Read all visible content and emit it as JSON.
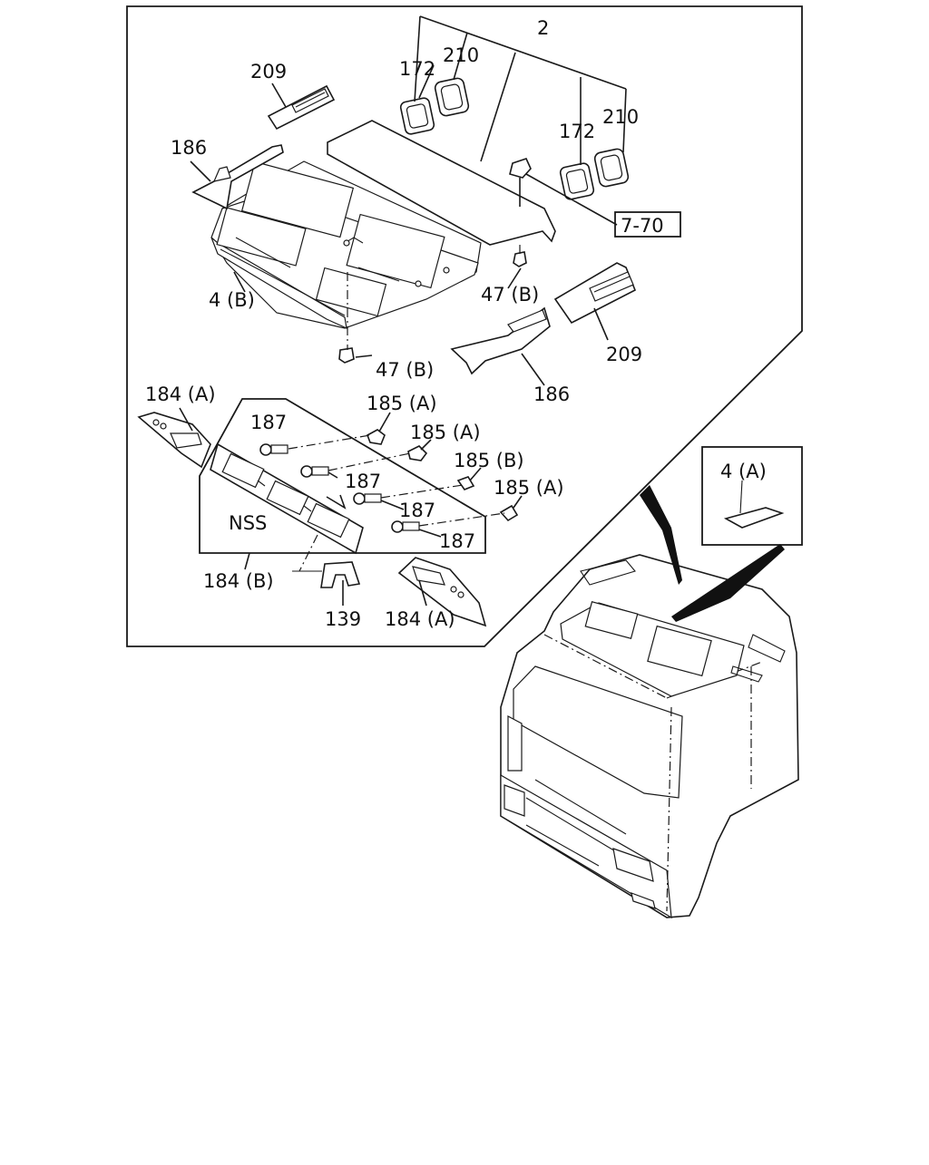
{
  "diagram": {
    "labels": {
      "roof_assembly": "2",
      "sunvisor_a_left": "172",
      "bezel_left": "210",
      "sunvisor_a_right": "172",
      "bezel_right": "210",
      "ref_box": "7-70",
      "trim_left_top": "209",
      "trim_right_bottom": "209",
      "pillar_left_top": "186",
      "pillar_right_bottom": "186",
      "headlining": "4 (B)",
      "clip_upper": "47 (B)",
      "clip_lower": "47 (B)",
      "console_end_left": "184 (A)",
      "console_end_right": "184 (A)",
      "console_center": "184 (B)",
      "screw_1": "187",
      "screw_2": "187",
      "screw_3": "187",
      "screw_4": "187",
      "nut_1": "185 (A)",
      "nut_2": "185 (A)",
      "nut_3": "185 (B)",
      "nut_4": "185 (A)",
      "nss_note": "NSS",
      "bracket": "139",
      "inset_label": "4 (A)"
    }
  }
}
